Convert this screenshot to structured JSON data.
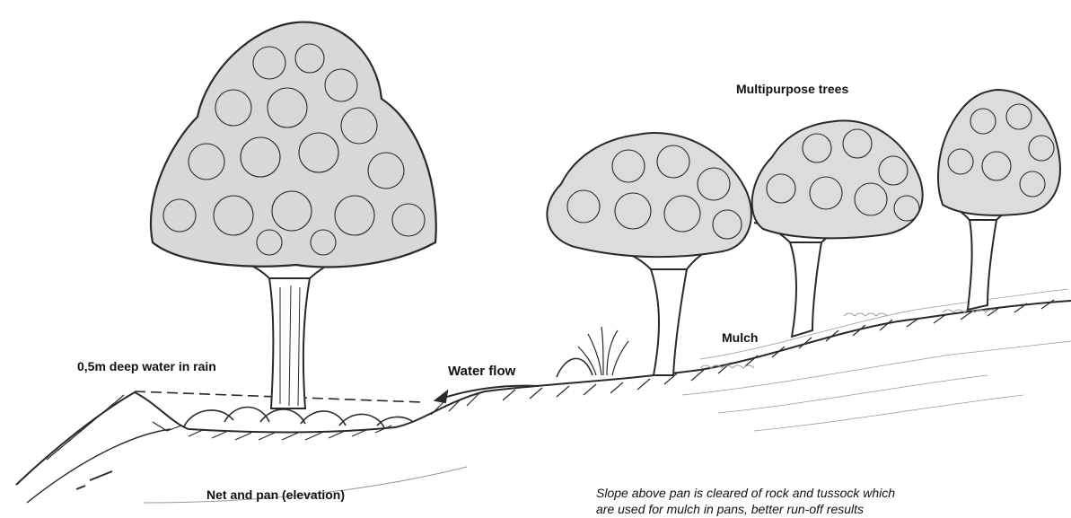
{
  "labels": {
    "multipurpose_trees": "Multipurpose trees",
    "deep_water": "0,5m deep water in rain",
    "water_flow": "Water flow",
    "mulch": "Mulch",
    "net_and_pan": "Net and pan (elevation)"
  },
  "caption": {
    "line1": "Slope above pan is cleared of rock and tussock which",
    "line2": "are used for mulch in pans, better run-off results"
  },
  "colors": {
    "ink": "#2a2a2a",
    "shade": "#9a9a9a",
    "paper": "#ffffff"
  }
}
